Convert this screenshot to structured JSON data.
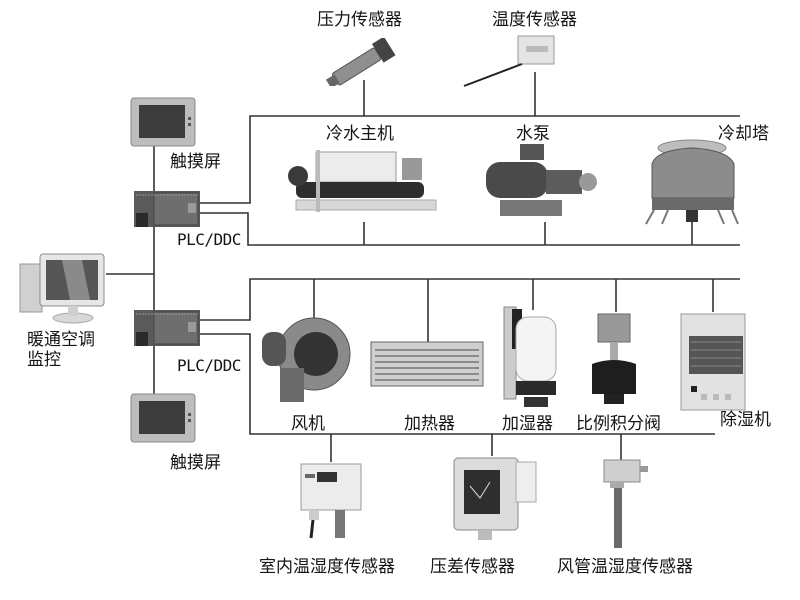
{
  "diagram": {
    "title": "HVAC monitoring system architecture",
    "colors": {
      "line": "#333333",
      "device_dark": "#3a3a3a",
      "device_mid": "#8a8a8a",
      "device_light": "#d8d8d8"
    }
  },
  "nodes": {
    "monitor": {
      "label": "暖通空调\n监控",
      "line1": "暖通空调",
      "line2": "监控",
      "icon": "computer-monitor-icon"
    },
    "touch_top": {
      "label": "触摸屏",
      "icon": "touch-screen-icon"
    },
    "plc_top": {
      "label": "PLC/DDC",
      "icon": "plc-controller-icon"
    },
    "plc_bottom": {
      "label": "PLC/DDC",
      "icon": "plc-controller-icon"
    },
    "touch_bottom": {
      "label": "触摸屏",
      "icon": "touch-screen-icon"
    },
    "pressure_sensor": {
      "label": "压力传感器",
      "icon": "pressure-sensor-icon"
    },
    "temp_sensor": {
      "label": "温度传感器",
      "icon": "temperature-sensor-icon"
    },
    "chiller": {
      "label": "冷水主机",
      "icon": "chiller-icon"
    },
    "pump": {
      "label": "水泵",
      "icon": "water-pump-icon"
    },
    "cooling_tower": {
      "label": "冷却塔",
      "icon": "cooling-tower-icon"
    },
    "fan": {
      "label": "风机",
      "icon": "fan-blower-icon"
    },
    "heater": {
      "label": "加热器",
      "icon": "heater-icon"
    },
    "humidifier": {
      "label": "加湿器",
      "icon": "humidifier-icon"
    },
    "valve": {
      "label": "比例积分阀",
      "icon": "proportional-valve-icon"
    },
    "dehumidifier": {
      "label": "除湿机",
      "icon": "dehumidifier-icon"
    },
    "room_th_sensor": {
      "label": "室内温湿度传感器",
      "icon": "room-humidity-sensor-icon"
    },
    "diff_pressure_sensor": {
      "label": "压差传感器",
      "icon": "differential-pressure-sensor-icon"
    },
    "duct_th_sensor": {
      "label": "风管温湿度传感器",
      "icon": "duct-humidity-sensor-icon"
    }
  }
}
